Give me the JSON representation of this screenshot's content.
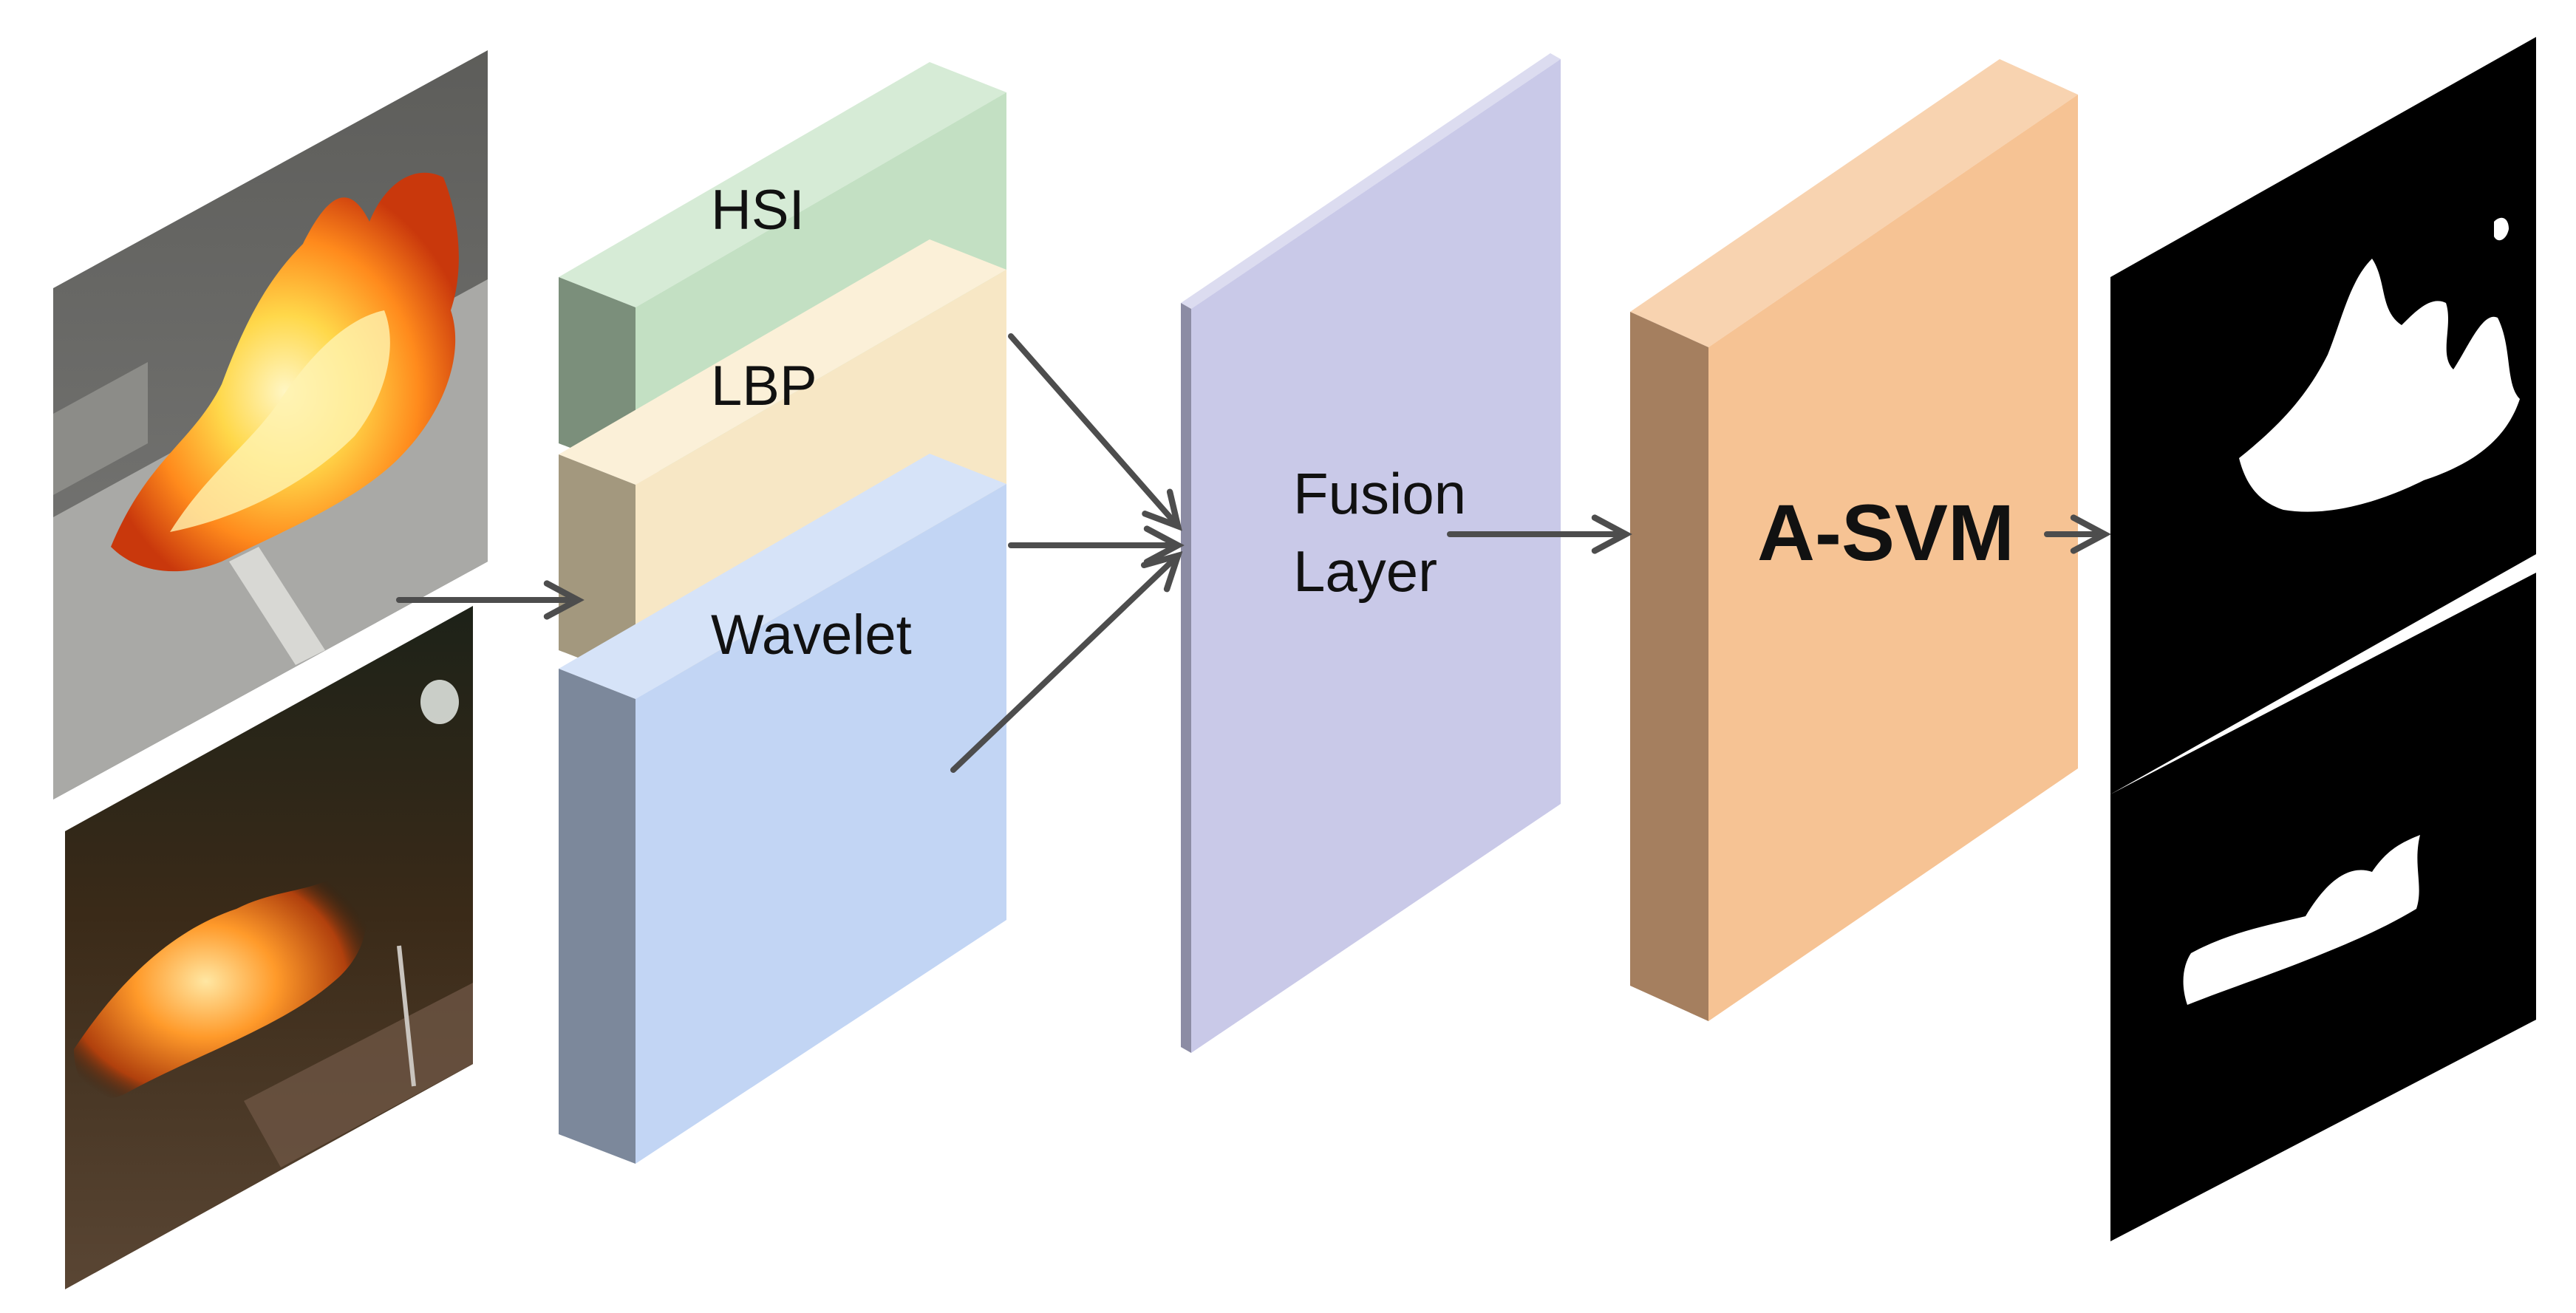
{
  "features": {
    "hsi": "HSI",
    "lbp": "LBP",
    "wavelet": "Wavelet"
  },
  "fusion": {
    "line1": "Fusion",
    "line2": "Layer"
  },
  "classifier": {
    "label": "A-SVM"
  },
  "colors": {
    "hsi_face": "#c3e0c3",
    "hsi_side": "#7b8f7b",
    "lbp_face": "#f7e7c5",
    "lbp_side": "#a3987e",
    "wavelet_face": "#c2d5f4",
    "wavelet_side": "#7c889b",
    "fusion_face": "#c9c9e8",
    "fusion_side": "#8c8ca4",
    "svm_face": "#f6c394",
    "svm_side": "#a57f5f",
    "arrow": "#4d4d4d",
    "mask_bg": "#000000",
    "mask_fg": "#ffffff"
  }
}
